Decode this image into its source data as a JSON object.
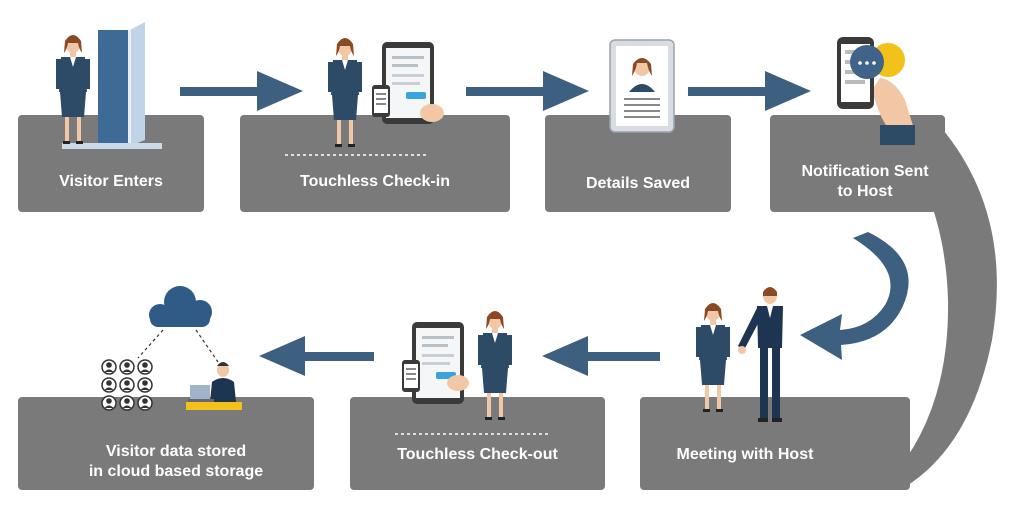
{
  "steps": {
    "visitor_enters": "Visitor Enters",
    "touchless_checkin": "Touchless Check-in",
    "details_saved": "Details Saved",
    "notification_line1": "Notification Sent",
    "notification_line2": "to Host",
    "meeting_with_host": "Meeting with Host",
    "touchless_checkout": "Touchless Check-out",
    "cloud_line1": "Visitor data stored",
    "cloud_line2": "in cloud based storage"
  },
  "colors": {
    "band": "#7a7a7a",
    "arrow": "#3d5f80",
    "suit": "#2d4a66",
    "skin": "#f2c7a5",
    "hair": "#8a4a24",
    "tablet": "#3a3a3a",
    "cloud": "#2f5b86",
    "desk": "#f2c21b"
  },
  "icons": [
    "door-icon",
    "tablet-icon",
    "profile-card-icon",
    "phone-notification-icon",
    "handshake-icon",
    "cloud-icon",
    "visitor-avatars-icon",
    "laptop-user-icon",
    "flow-arrow-icon",
    "curved-arrow-icon"
  ]
}
